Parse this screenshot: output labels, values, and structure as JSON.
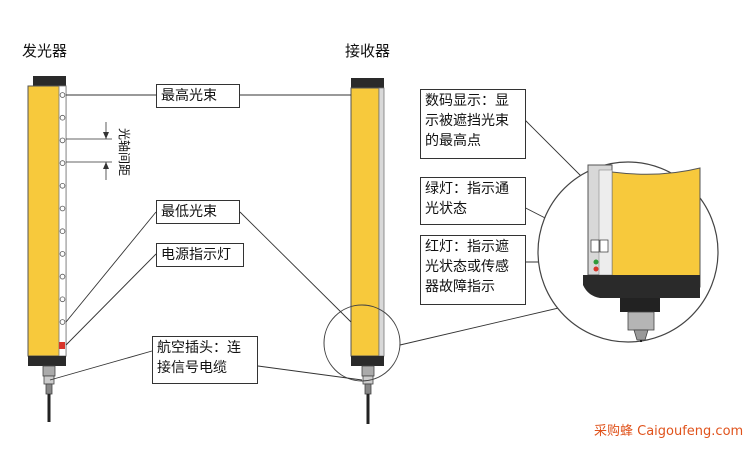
{
  "emitter": {
    "title": "发光器"
  },
  "receiver": {
    "title": "接收器"
  },
  "labels": {
    "highest_beam": "最高光束",
    "lowest_beam": "最低光束",
    "power_indicator": "电源指示灯",
    "aviation_plug_line1": "航空插头：连",
    "aviation_plug_line2": "接信号电缆",
    "optical_axis_spacing": "光轴间距"
  },
  "detail": {
    "digital_display_line1": "数码显示：显",
    "digital_display_line2": "示被遮挡光束",
    "digital_display_line3": "的最高点",
    "green_light_line1": "绿灯：指示通",
    "green_light_line2": "光状态",
    "red_light_line1": "红灯：指示遮",
    "red_light_line2": "光状态或传感",
    "red_light_line3": "器故障指示"
  },
  "watermark": "采购蜂 Caigoufeng.com",
  "colors": {
    "housing_yellow": "#f7c93c",
    "housing_dark": "#2a2a2a",
    "line": "#333333",
    "indicator_red": "#d8352a",
    "watermark": "#e0531c"
  }
}
